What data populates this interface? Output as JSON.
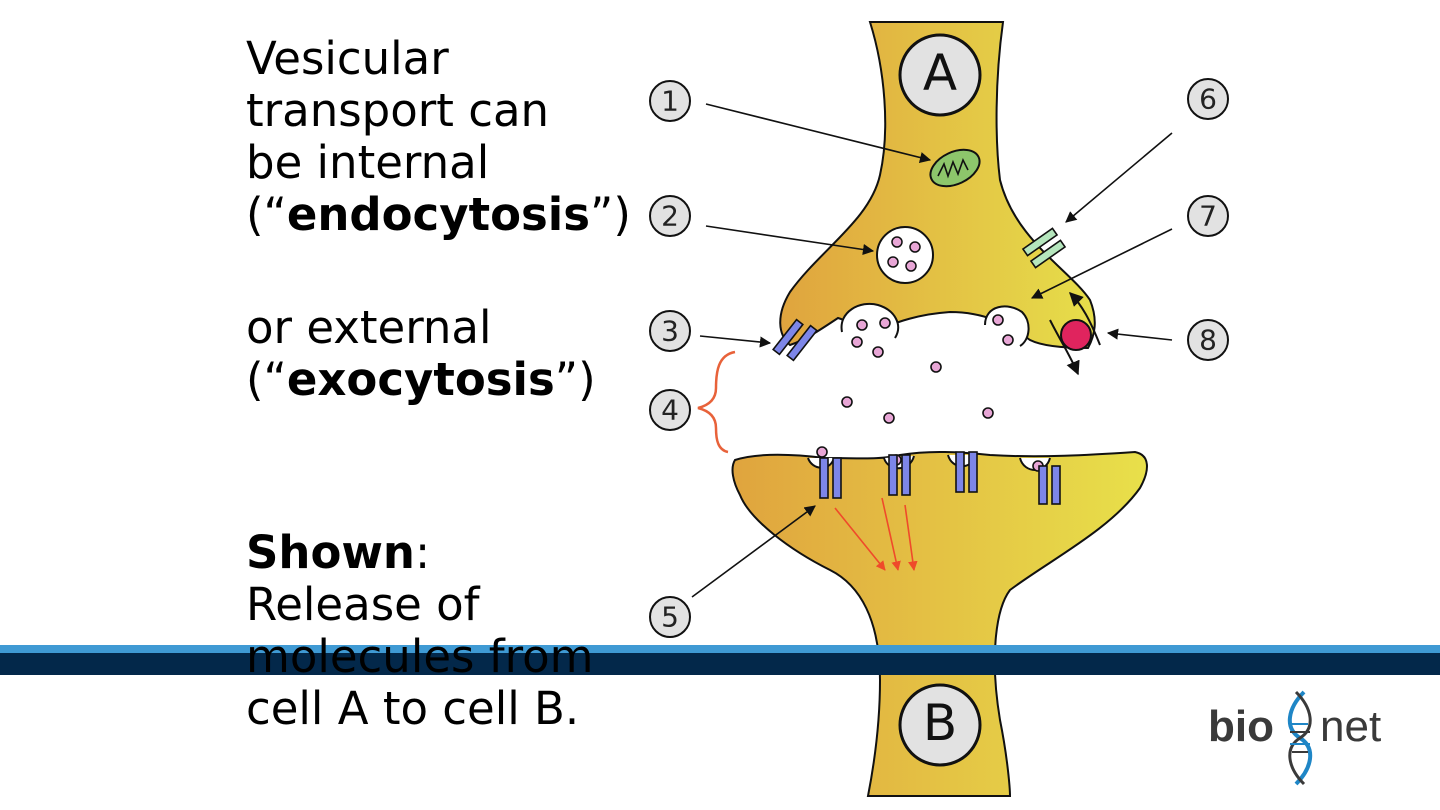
{
  "text": {
    "p1_start": "Vesicular transport can be internal (“",
    "p1_bold": "endocytosis",
    "p1_end": "”)",
    "p2_start": "or external (“",
    "p2_bold": "exocytosis",
    "p2_end": "”)",
    "p3_bold": "Shown",
    "p3_colon": ":",
    "p3_rest": "Release of molecules from cell A to cell B."
  },
  "diagram": {
    "cell_a_label": "A",
    "cell_b_label": "B",
    "callouts": [
      "1",
      "2",
      "3",
      "4",
      "5",
      "6",
      "7",
      "8"
    ]
  },
  "logo": {
    "left": "bio",
    "right": "net"
  },
  "colors": {
    "cell_fill_dark": "#e0a43e",
    "cell_fill_light": "#e6de4a",
    "receptor_blue": "#7d86e8",
    "vesicle_pink": "#e8a6d6",
    "ion_red": "#e0245e",
    "bracket_orange": "#e8623a",
    "bar_light": "#3f9ad4",
    "bar_dark": "#03284a"
  }
}
